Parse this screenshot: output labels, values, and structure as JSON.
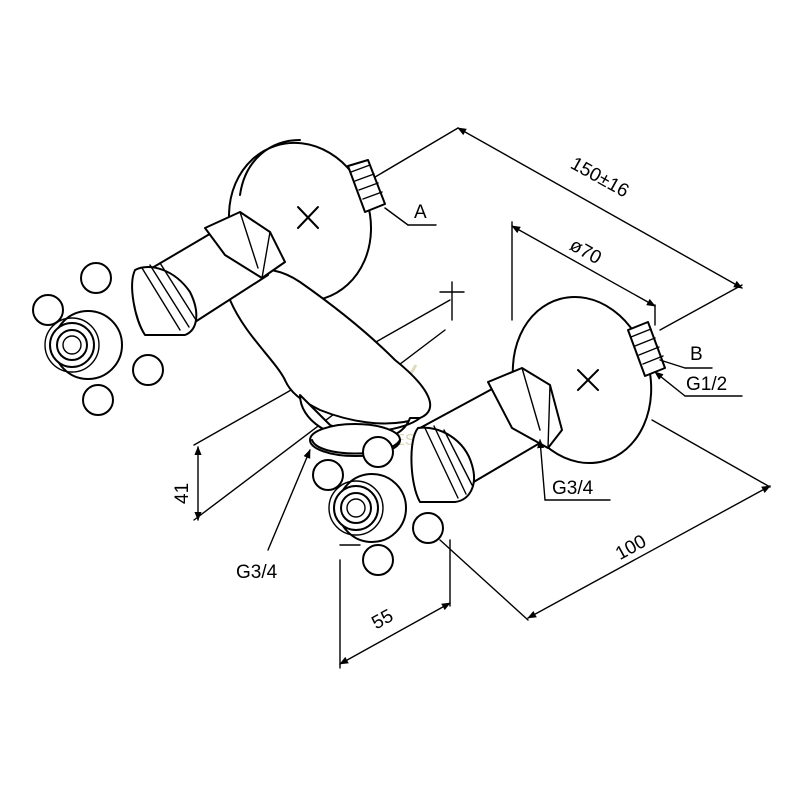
{
  "dimensions": {
    "overall": "150±16",
    "diameter": "ø70",
    "depth": "100",
    "width": "55",
    "height": "41"
  },
  "callouts": {
    "a": "A",
    "b": "B",
    "thread_outlet": "G1/2",
    "thread_right": "G3/4",
    "thread_bottom": "G3/4"
  },
  "watermark": "PRESS",
  "colors": {
    "line": "#000000",
    "background": "#ffffff",
    "watermark": "#d7d2b4"
  }
}
